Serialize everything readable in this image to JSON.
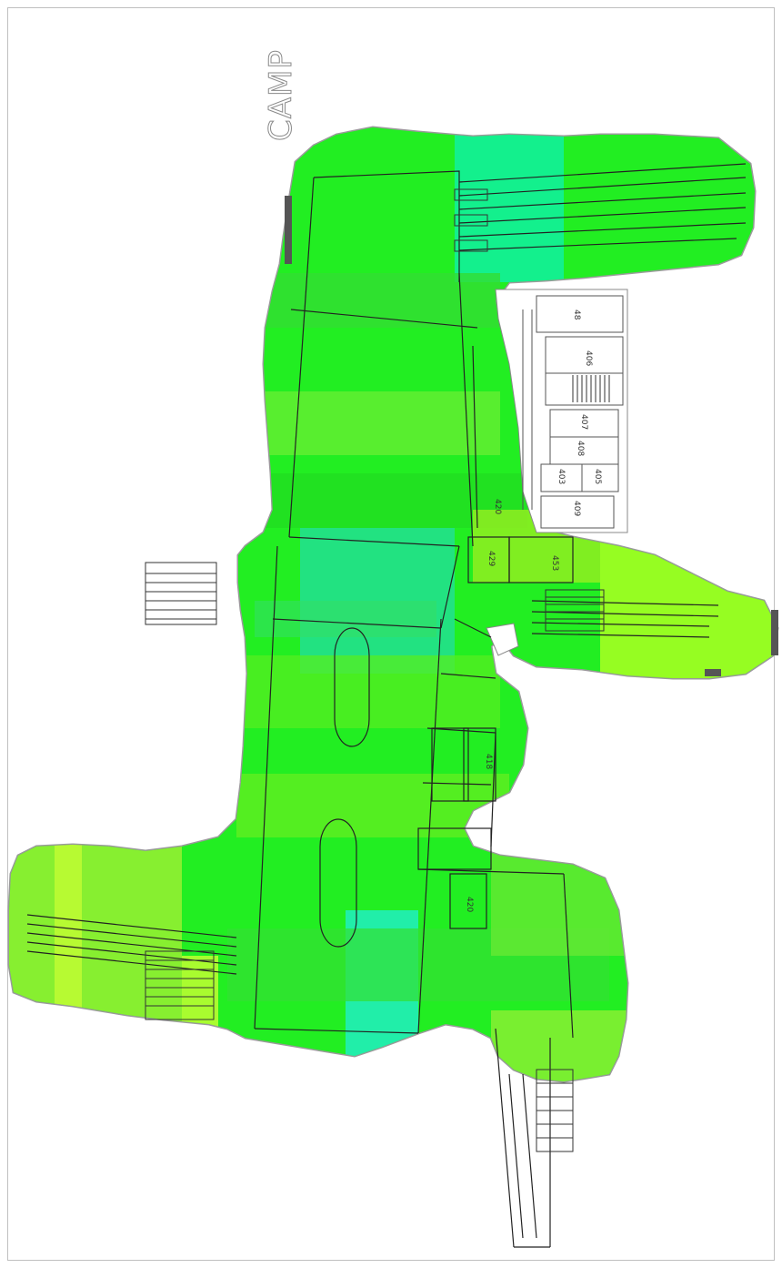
{
  "title": "CAMP",
  "colors": {
    "background": "#ffffff",
    "frame": "#bfbfbf",
    "coverage_high": "#00ff99",
    "coverage_mid": "#22ee22",
    "coverage_low": "#aaff33",
    "coverage_edge": "#ccff33",
    "wall": "#222222",
    "halo": "#999999"
  },
  "rooms": [
    {
      "id": "room-a1",
      "label": "48"
    },
    {
      "id": "room-a2",
      "label": "406"
    },
    {
      "id": "room-a3",
      "label": "407"
    },
    {
      "id": "room-a4",
      "label": "408"
    },
    {
      "id": "room-a5",
      "label": "403"
    },
    {
      "id": "room-a6",
      "label": "405"
    },
    {
      "id": "room-a7",
      "label": "409"
    },
    {
      "id": "room-a8",
      "label": "420"
    },
    {
      "id": "room-a9",
      "label": "429"
    },
    {
      "id": "room-a10",
      "label": "453"
    },
    {
      "id": "room-a11",
      "label": "418"
    },
    {
      "id": "room-a12",
      "label": "420"
    }
  ]
}
